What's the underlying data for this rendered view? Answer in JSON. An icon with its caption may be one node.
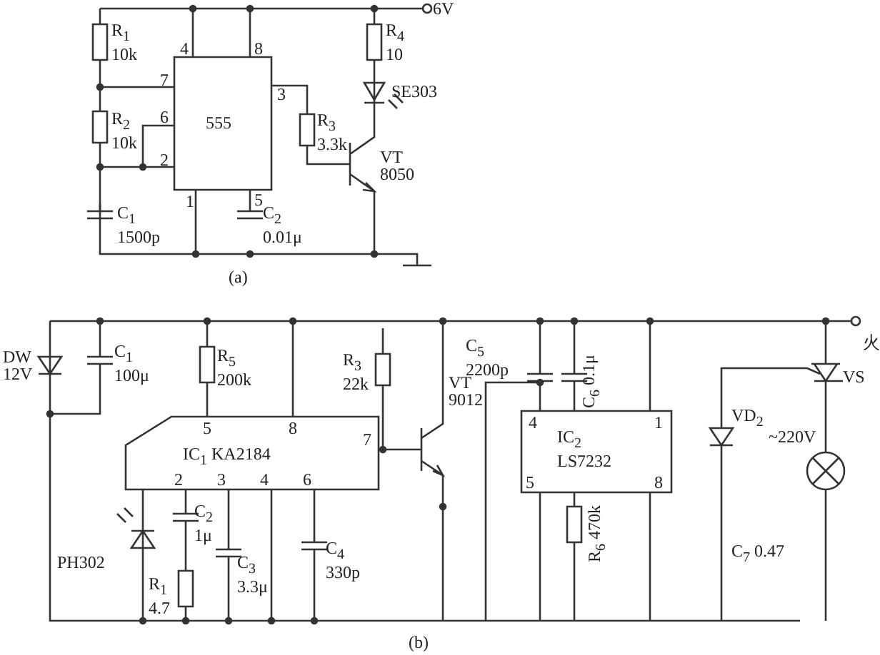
{
  "diagram": {
    "labels": [
      "6V",
      "R$_{1}$ 10k",
      "4",
      "8",
      "R$_{4}$ 10",
      "7",
      "3",
      "SE303",
      "6",
      "555",
      "R$_{2}$ 10k",
      "R$_{3}$ 3.3k",
      "2",
      "VT 8050",
      "1",
      "5",
      "C$_{1}$ 1500p",
      "C$_{2}$ 0.01μ",
      "(a)",
      "火",
      "DW 12V",
      "C$_{1}$ 100μ",
      "R$_{5}$ 200k",
      "R$_{3}$ 22k",
      "C$_{5}$ 2200p",
      "C$_{6}$ 0.1μ",
      "VS",
      "5",
      "8",
      "4",
      "1",
      "7",
      "IC$_{1}$ KA2184",
      "VT 9012",
      "IC$_{2}$ LS7232",
      "VD$_{2}$",
      "~220V",
      "2",
      "3",
      "4",
      "6",
      "5",
      "8",
      "PH302",
      "C$_{2}$ 1μ",
      "C$_{3}$ 3.3μ",
      "C$_{4}$ 330p",
      "R$_{1}$ 4.7",
      "R$_{6}$ 470k",
      "C$_{7}$ 0.47",
      "(b)"
    ]
  }
}
